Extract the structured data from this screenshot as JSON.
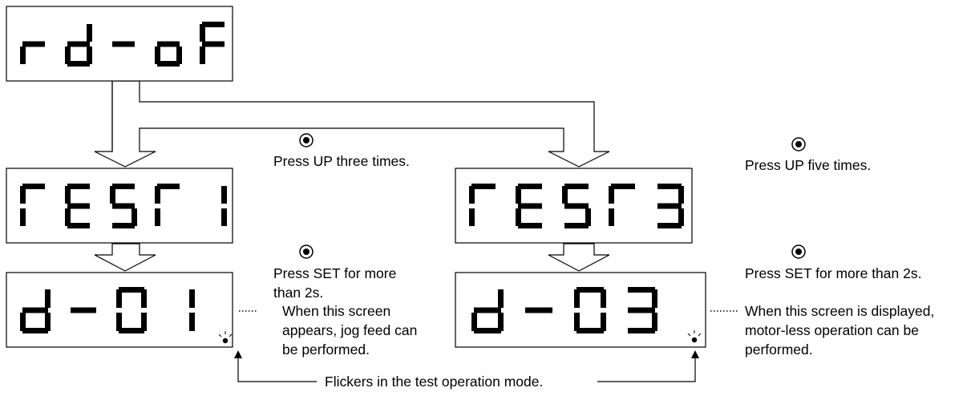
{
  "displays": {
    "top": "rd-oF",
    "left_mode": "rESr1",
    "left_result": "d-01",
    "right_mode": "rESr3",
    "right_result": "d-03"
  },
  "icons": {
    "button": "button-press-icon",
    "decimal_point": "flicker-dot-icon"
  },
  "labels": {
    "press_up_three": "Press UP three times.",
    "press_up_five": "Press UP five times.",
    "press_set_left_1": "Press SET for more",
    "press_set_left_2": "than 2s.",
    "press_set_right": "Press SET for more than 2s.",
    "left_note_1": "When this screen",
    "left_note_2": "appears, jog feed can",
    "left_note_3": "be performed.",
    "right_note_1": "When this screen is displayed,",
    "right_note_2": "motor-less operation can be",
    "right_note_3": "performed.",
    "flicker_note": "Flickers in the test operation mode."
  }
}
